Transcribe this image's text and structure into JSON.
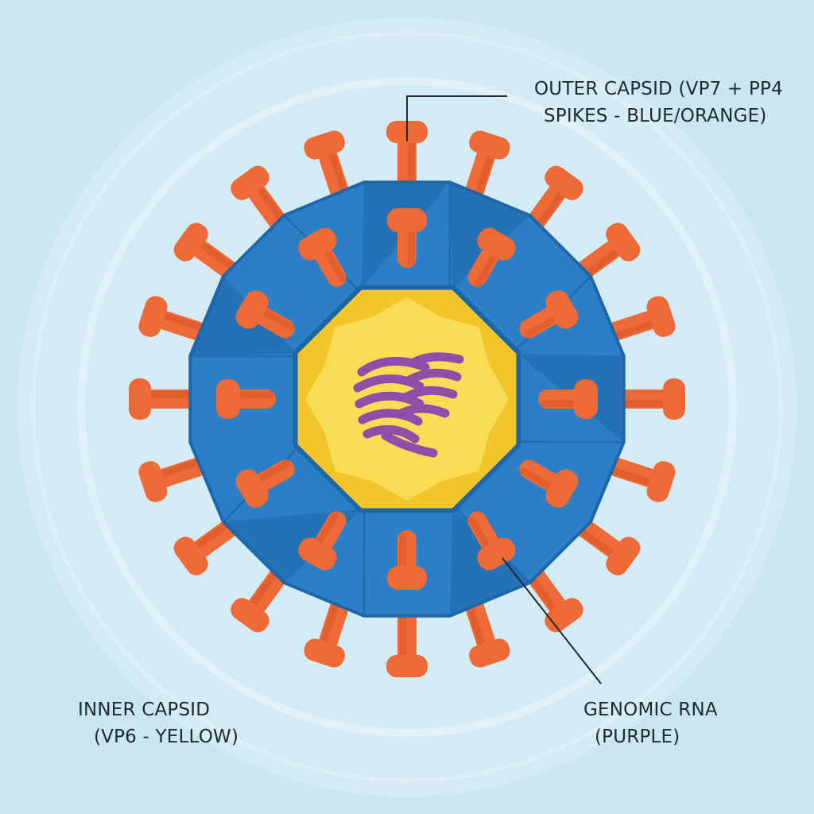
{
  "labels": {
    "outer_capsid": {
      "line1": "OUTER CAPSID (VP7 + PP4",
      "line2": "SPIKES - BLUE/ORANGE)"
    },
    "inner_capsid": {
      "line1": "INNER CAPSID",
      "line2": "(VP6 - YELLOW)"
    },
    "genomic_rna": {
      "line1": "GENOMIC RNA",
      "line2": "(PURPLE)"
    }
  },
  "colors": {
    "background": "#c9e6f1",
    "background_ring": "#d9eef6",
    "outer_capsid_blue": "#2a7fc6",
    "outer_capsid_dark": "#1f66a8",
    "spike_orange": "#ef6a36",
    "spike_dark": "#d95424",
    "inner_capsid_yellow": "#f3c52a",
    "inner_core_light": "#f6dd55",
    "rna_purple": "#8e4fa8",
    "label_text": "#1e2a30",
    "leader_line": "#1e2a30"
  }
}
